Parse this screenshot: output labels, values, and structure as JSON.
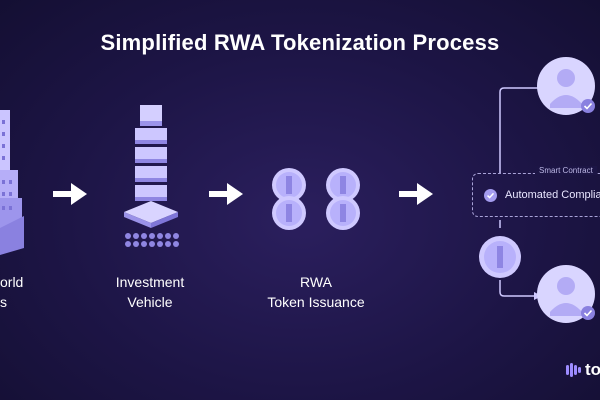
{
  "title": "Simplified RWA Tokenization Process",
  "steps": [
    {
      "line1": "orld",
      "line2": "s"
    },
    {
      "line1": "Investment",
      "line2": "Vehicle"
    },
    {
      "line1": "RWA",
      "line2": "Token Issuance"
    }
  ],
  "smart_contract": {
    "caption": "Smart Contract",
    "item": "Automated Complian"
  },
  "brand": {
    "name": "to"
  },
  "colors": {
    "background": "#1d1546",
    "accent": "#a49cef",
    "accent_light": "#cfc9ff",
    "arrow": "#ffffff"
  },
  "icons": [
    "building-icon",
    "stacked-tower-icon",
    "token-coins-icon",
    "avatar-icon",
    "check-icon",
    "arrow-right-icon"
  ]
}
